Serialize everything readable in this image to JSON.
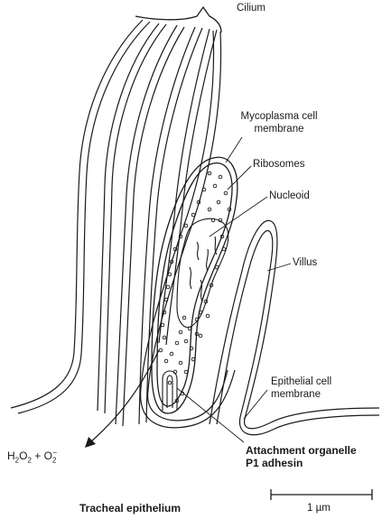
{
  "labels": {
    "cilium": "Cilium",
    "mycoplasma_membrane_line1": "Mycoplasma cell",
    "mycoplasma_membrane_line2": "membrane",
    "ribosomes": "Ribosomes",
    "nucleoid": "Nucleoid",
    "villus": "Villus",
    "epithelial_membrane_line1": "Epithelial cell",
    "epithelial_membrane_line2": "membrane",
    "attachment_line1": "Attachment organelle",
    "attachment_line2": "P1 adhesin",
    "h2o2_prefix": "H",
    "h2o2_sub1": "2",
    "h2o2_mid": "O",
    "h2o2_sub2": "2",
    "h2o2_plus": " + O",
    "superoxide_sub": "2",
    "superoxide_sup": "−",
    "tracheal": "Tracheal epithelium",
    "scale": "1 µm"
  },
  "colors": {
    "ink": "#1a1a1a",
    "background": "#ffffff"
  }
}
